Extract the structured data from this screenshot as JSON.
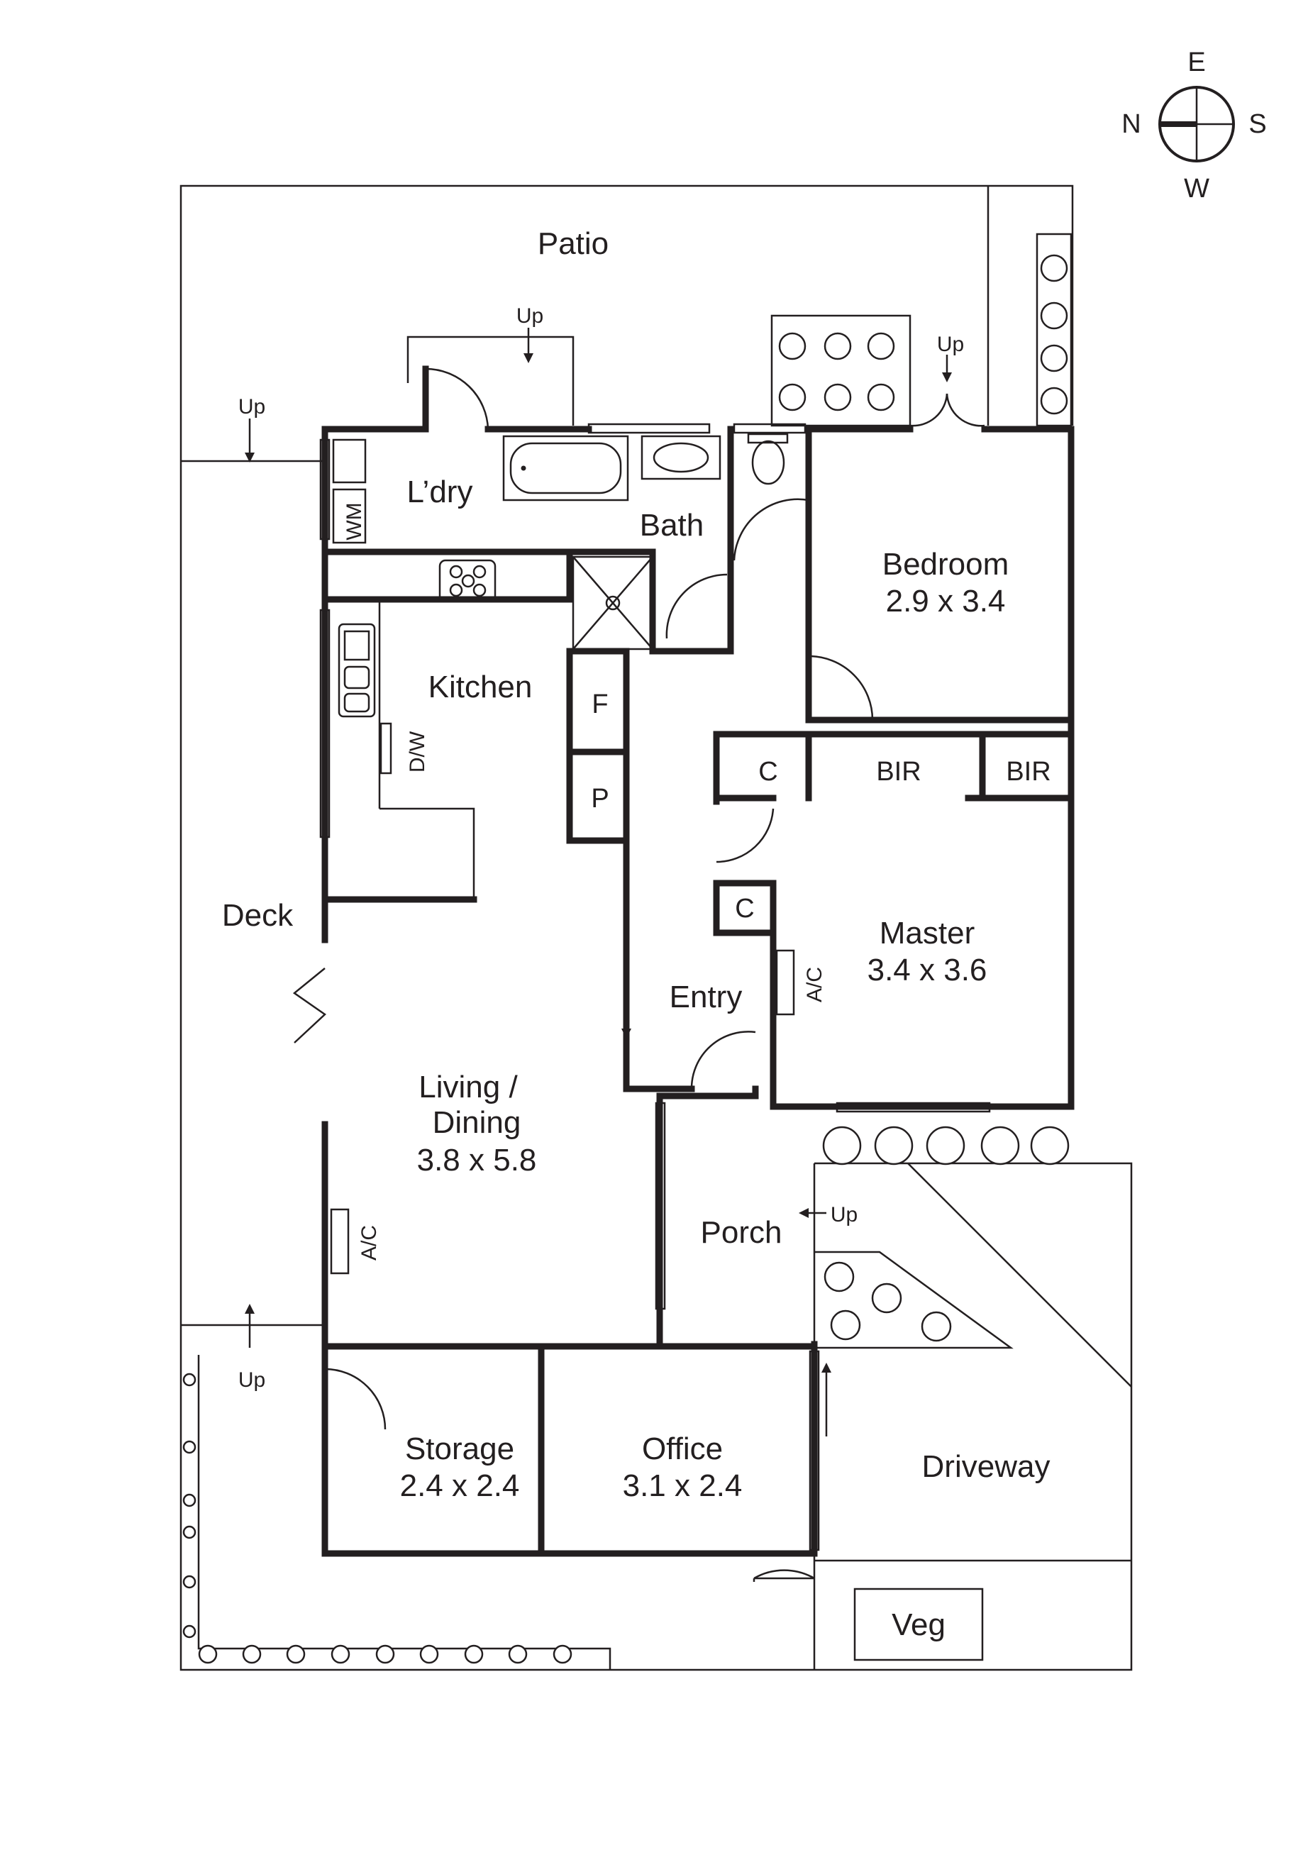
{
  "compass": {
    "n": "N",
    "e": "E",
    "s": "S",
    "w": "W"
  },
  "rooms": {
    "patio": "Patio",
    "laundry": "L’dry",
    "bath": "Bath",
    "bedroom_name": "Bedroom",
    "bedroom_size": "2.9 x 3.4",
    "kitchen": "Kitchen",
    "dishwasher": "D/W",
    "washing_machine": "WM",
    "fridge": "F",
    "pantry": "P",
    "closet_1": "C",
    "bir_1": "BIR",
    "bir_2": "BIR",
    "closet_2": "C",
    "master_name": "Master",
    "master_size": "3.4 x 3.6",
    "ac_master": "A/C",
    "deck": "Deck",
    "entry": "Entry",
    "living_line1": "Living /",
    "living_line2": "Dining",
    "living_size": "3.8 x 5.8",
    "ac_living": "A/C",
    "porch": "Porch",
    "storage_name": "Storage",
    "storage_size": "2.4 x 2.4",
    "office_name": "Office",
    "office_size": "3.1 x 2.4",
    "driveway": "Driveway",
    "veg": "Veg"
  },
  "steps": {
    "patio_up": "Up",
    "garden_up": "Up",
    "deck_north_up": "Up",
    "deck_south_up": "Up",
    "porch_up": "Up"
  }
}
